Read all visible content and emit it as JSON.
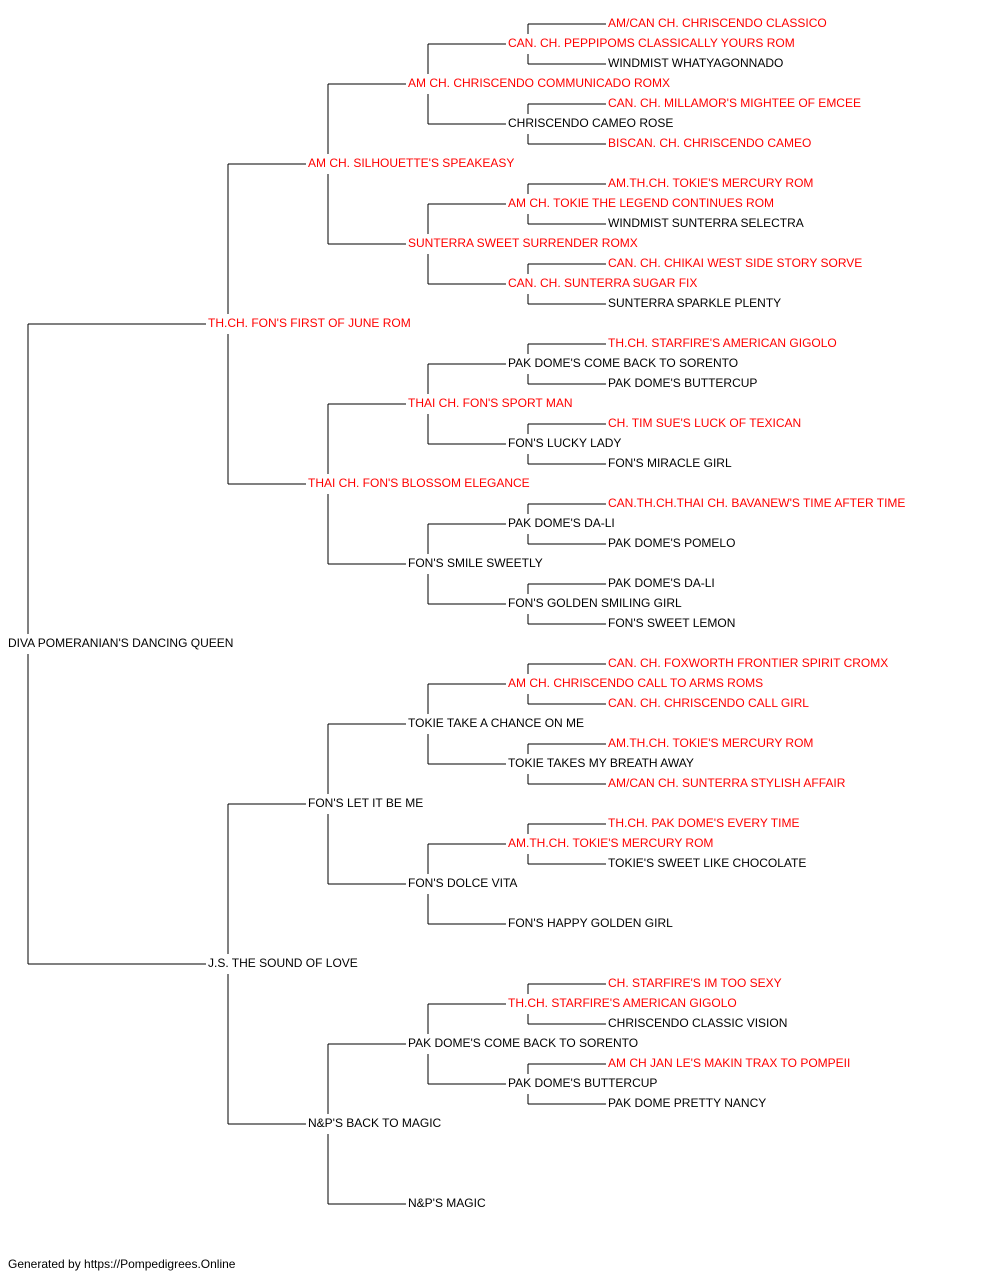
{
  "colors": {
    "titled": "#ff0000",
    "plain": "#000000",
    "line": "#000000"
  },
  "pedigree": {
    "name": "DIVA POMERANIAN'S DANCING QUEEN",
    "titled": false,
    "sire": {
      "name": "TH.CH. FON'S FIRST OF JUNE ROM",
      "titled": true,
      "sire": {
        "name": "AM CH. SILHOUETTE'S SPEAKEASY",
        "titled": true,
        "sire": {
          "name": "AM CH. CHRISCENDO COMMUNICADO ROMX",
          "titled": true,
          "sire": {
            "name": "CAN. CH. PEPPIPOMS CLASSICALLY YOURS ROM",
            "titled": true,
            "sire": {
              "name": "AM/CAN CH. CHRISCENDO CLASSICO",
              "titled": true
            },
            "dam": {
              "name": "WINDMIST WHATYAGONNADO",
              "titled": false
            }
          },
          "dam": {
            "name": "CHRISCENDO CAMEO ROSE",
            "titled": false,
            "sire": {
              "name": "CAN. CH. MILLAMOR'S MIGHTEE OF EMCEE",
              "titled": true
            },
            "dam": {
              "name": "BISCAN. CH. CHRISCENDO CAMEO",
              "titled": true
            }
          }
        },
        "dam": {
          "name": "SUNTERRA SWEET SURRENDER ROMX",
          "titled": true,
          "sire": {
            "name": "AM CH. TOKIE THE LEGEND CONTINUES ROM",
            "titled": true,
            "sire": {
              "name": "AM.TH.CH. TOKIE'S MERCURY ROM",
              "titled": true
            },
            "dam": {
              "name": "WINDMIST SUNTERRA SELECTRA",
              "titled": false
            }
          },
          "dam": {
            "name": "CAN. CH. SUNTERRA SUGAR FIX",
            "titled": true,
            "sire": {
              "name": "CAN. CH. CHIKAI WEST SIDE STORY SORVE",
              "titled": true
            },
            "dam": {
              "name": "SUNTERRA SPARKLE PLENTY",
              "titled": false
            }
          }
        }
      },
      "dam": {
        "name": "THAI CH. FON'S BLOSSOM ELEGANCE",
        "titled": true,
        "sire": {
          "name": "THAI CH. FON'S SPORT MAN",
          "titled": true,
          "sire": {
            "name": "PAK DOME'S COME BACK TO SORENTO",
            "titled": false,
            "sire": {
              "name": "TH.CH. STARFIRE'S AMERICAN GIGOLO",
              "titled": true
            },
            "dam": {
              "name": "PAK DOME'S BUTTERCUP",
              "titled": false
            }
          },
          "dam": {
            "name": "FON'S LUCKY LADY",
            "titled": false,
            "sire": {
              "name": "CH. TIM SUE'S LUCK OF TEXICAN",
              "titled": true
            },
            "dam": {
              "name": "FON'S MIRACLE GIRL",
              "titled": false
            }
          }
        },
        "dam": {
          "name": "FON'S SMILE SWEETLY",
          "titled": false,
          "sire": {
            "name": "PAK DOME'S DA-LI",
            "titled": false,
            "sire": {
              "name": "CAN.TH.CH.THAI CH. BAVANEW'S TIME AFTER TIME",
              "titled": true
            },
            "dam": {
              "name": "PAK DOME'S POMELO",
              "titled": false
            }
          },
          "dam": {
            "name": "FON'S GOLDEN SMILING GIRL",
            "titled": false,
            "sire": {
              "name": "PAK DOME'S DA-LI",
              "titled": false
            },
            "dam": {
              "name": "FON'S SWEET LEMON",
              "titled": false
            }
          }
        }
      }
    },
    "dam": {
      "name": "J.S. THE SOUND OF LOVE",
      "titled": false,
      "sire": {
        "name": "FON'S LET IT BE ME",
        "titled": false,
        "sire": {
          "name": "TOKIE TAKE A CHANCE ON ME",
          "titled": false,
          "sire": {
            "name": "AM CH. CHRISCENDO CALL TO ARMS ROMS",
            "titled": true,
            "sire": {
              "name": "CAN. CH. FOXWORTH FRONTIER SPIRIT CROMX",
              "titled": true
            },
            "dam": {
              "name": "CAN. CH. CHRISCENDO CALL GIRL",
              "titled": true
            }
          },
          "dam": {
            "name": "TOKIE TAKES MY BREATH AWAY",
            "titled": false,
            "sire": {
              "name": "AM.TH.CH. TOKIE'S MERCURY ROM",
              "titled": true
            },
            "dam": {
              "name": "AM/CAN CH. SUNTERRA STYLISH AFFAIR",
              "titled": true
            }
          }
        },
        "dam": {
          "name": "FON'S DOLCE VITA",
          "titled": false,
          "sire": {
            "name": "AM.TH.CH. TOKIE'S MERCURY ROM",
            "titled": true,
            "sire": {
              "name": "TH.CH. PAK DOME'S EVERY TIME",
              "titled": true
            },
            "dam": {
              "name": "TOKIE'S SWEET LIKE CHOCOLATE",
              "titled": false
            }
          },
          "dam": {
            "name": "FON'S HAPPY GOLDEN GIRL",
            "titled": false
          }
        }
      },
      "dam": {
        "name": "N&P'S BACK TO MAGIC",
        "titled": false,
        "sire": {
          "name": "PAK DOME'S COME BACK TO SORENTO",
          "titled": false,
          "sire": {
            "name": "TH.CH. STARFIRE'S AMERICAN GIGOLO",
            "titled": true,
            "sire": {
              "name": "CH. STARFIRE'S IM TOO SEXY",
              "titled": true
            },
            "dam": {
              "name": "CHRISCENDO CLASSIC VISION",
              "titled": false
            }
          },
          "dam": {
            "name": "PAK DOME'S BUTTERCUP",
            "titled": false,
            "sire": {
              "name": "AM CH JAN LE'S MAKIN TRAX TO POMPEII",
              "titled": true
            },
            "dam": {
              "name": "PAK DOME PRETTY NANCY",
              "titled": false
            }
          }
        },
        "dam": {
          "name": "N&P'S MAGIC",
          "titled": false
        }
      }
    }
  },
  "footer": "Generated by https://Pompedigrees.Online"
}
